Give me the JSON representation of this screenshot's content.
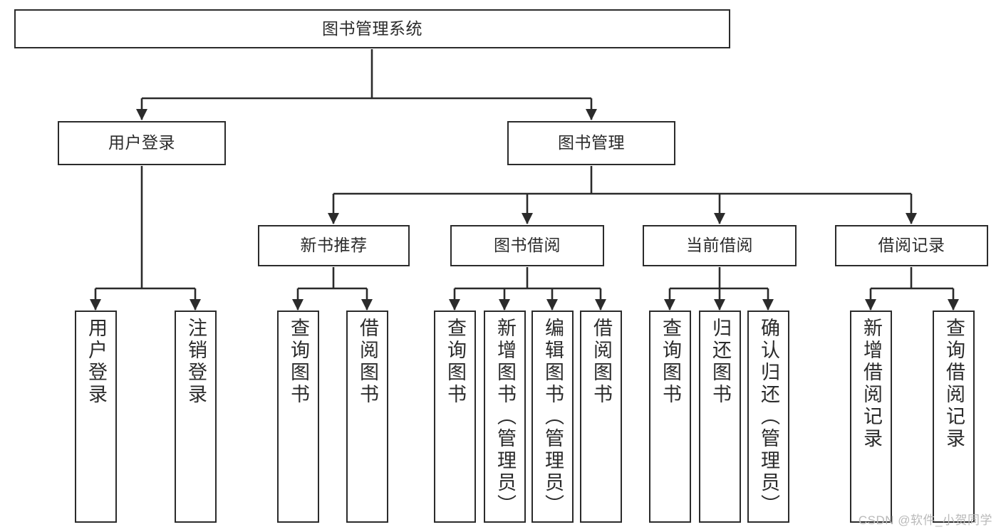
{
  "diagram": {
    "type": "tree",
    "title": "图书管理系统",
    "watermark": "CSDN @软件_小贺同学",
    "colors": {
      "box_border": "#2b2b2b",
      "box_fill": "#ffffff",
      "connector": "#2b2b2b",
      "watermark": "#b9b9b9",
      "background": "#ffffff"
    },
    "levels": {
      "root": {
        "label": "图书管理系统"
      },
      "level2": [
        {
          "id": "user-login",
          "label": "用户登录"
        },
        {
          "id": "book-management",
          "label": "图书管理"
        }
      ],
      "level3": [
        {
          "id": "new-book-recommend",
          "label": "新书推荐",
          "parent": "book-management"
        },
        {
          "id": "book-borrow",
          "label": "图书借阅",
          "parent": "book-management"
        },
        {
          "id": "current-borrow",
          "label": "当前借阅",
          "parent": "book-management"
        },
        {
          "id": "borrow-record",
          "label": "借阅记录",
          "parent": "book-management"
        }
      ],
      "leaves": [
        {
          "id": "leaf-user-login",
          "label": "用户登录",
          "parent": "user-login"
        },
        {
          "id": "leaf-logout-login",
          "label": "注销登录",
          "parent": "user-login"
        },
        {
          "id": "leaf-query-book-1",
          "label": "查询图书",
          "parent": "new-book-recommend"
        },
        {
          "id": "leaf-borrow-book-1",
          "label": "借阅图书",
          "parent": "new-book-recommend"
        },
        {
          "id": "leaf-query-book-2",
          "label": "查询图书",
          "parent": "book-borrow"
        },
        {
          "id": "leaf-add-book",
          "label": "新增图书（管理员）",
          "parent": "book-borrow"
        },
        {
          "id": "leaf-edit-book",
          "label": "编辑图书（管理员）",
          "parent": "book-borrow"
        },
        {
          "id": "leaf-borrow-book-2",
          "label": "借阅图书",
          "parent": "book-borrow"
        },
        {
          "id": "leaf-query-book-3",
          "label": "查询图书",
          "parent": "current-borrow"
        },
        {
          "id": "leaf-return-book",
          "label": "归还图书",
          "parent": "current-borrow"
        },
        {
          "id": "leaf-confirm-return",
          "label": "确认归还（管理员）",
          "parent": "current-borrow"
        },
        {
          "id": "leaf-add-borrow-record",
          "label": "新增借阅记录",
          "parent": "borrow-record"
        },
        {
          "id": "leaf-query-borrow-record",
          "label": "查询借阅记录",
          "parent": "borrow-record"
        }
      ]
    }
  }
}
